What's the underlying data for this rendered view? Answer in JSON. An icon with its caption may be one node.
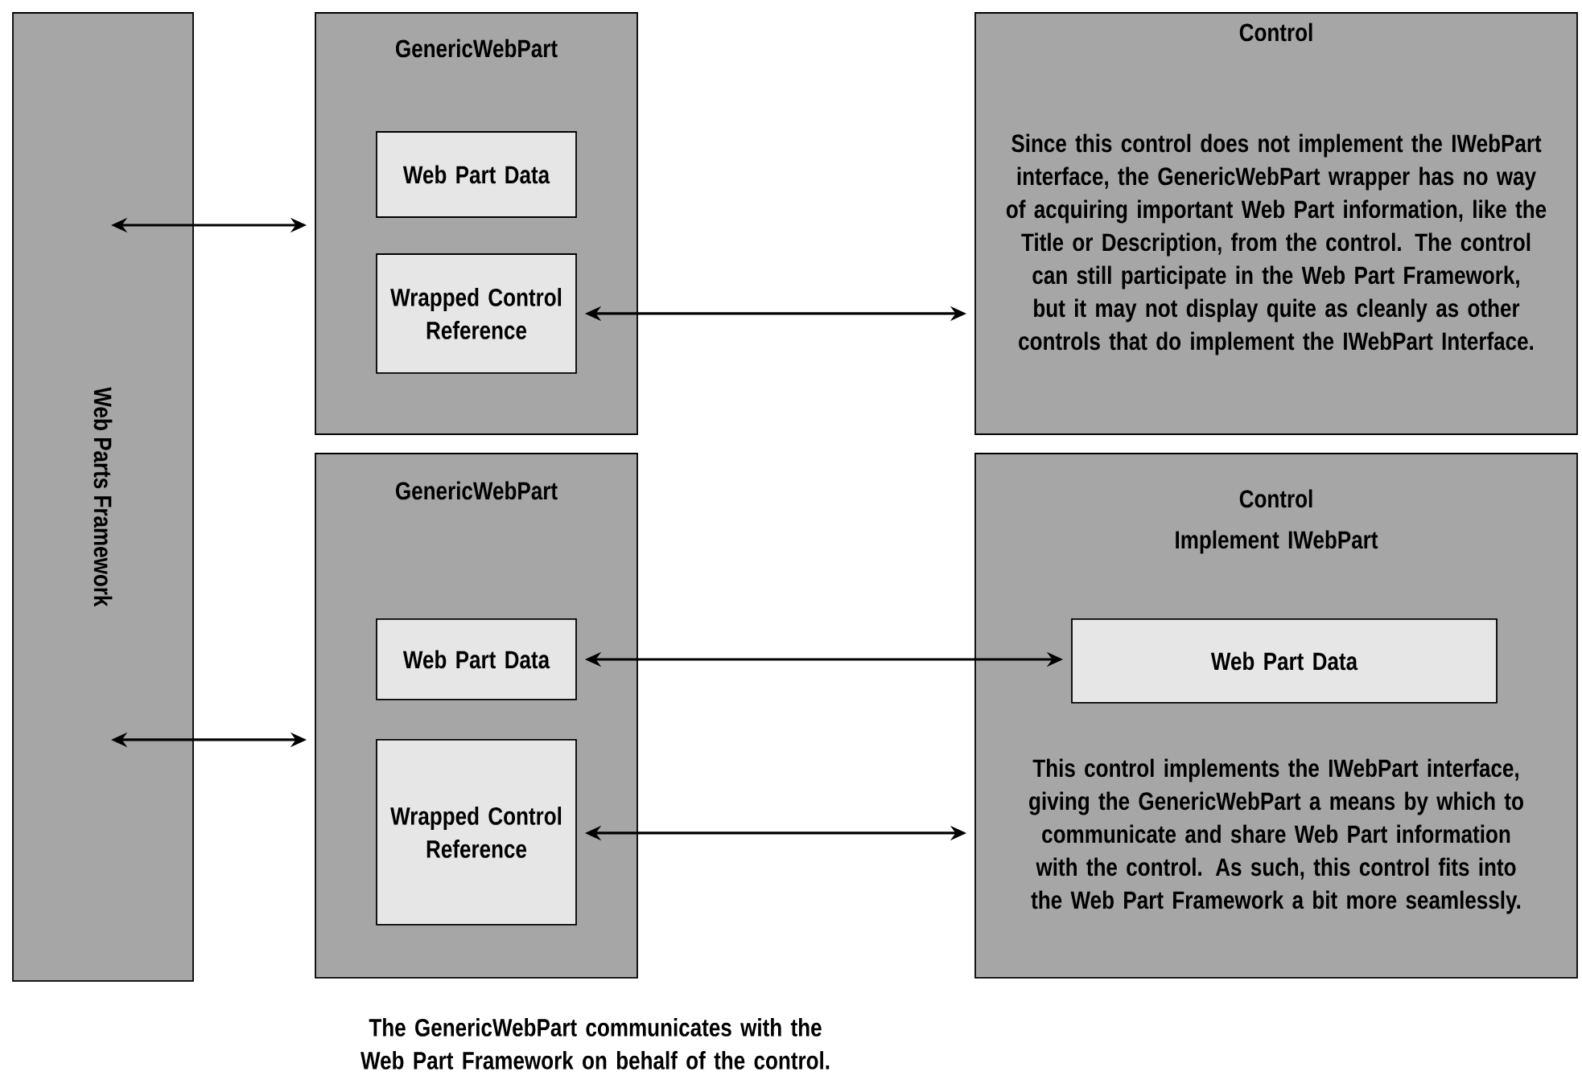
{
  "diagram": {
    "caption": "The GenericWebPart communicates with the Web Part Framework on behalf of the control.",
    "nodes": [
      {
        "text": [
          "Web Parts Framework"
        ]
      },
      {
        "text": [
          "GenericWebPart"
        ]
      },
      {
        "text": [
          "Web Part Data"
        ],
        "in": 1
      },
      {
        "text": [
          "Wrapped Control Reference"
        ],
        "in": 1
      },
      {
        "text": [
          "Control",
          "Since this control does not implement the IWebPart interface, the GenericWebPart wrapper has no way of acquiring important Web Part information, like the Title or Description, from the control.  The control can still participate in the Web Part Framework, but it may not display quite as cleanly as other controls that do implement the IWebPart Interface."
        ]
      },
      {
        "text": [
          "GenericWebPart"
        ]
      },
      {
        "text": [
          "Web Part Data"
        ],
        "in": 5
      },
      {
        "text": [
          "Wrapped Control Reference"
        ],
        "in": 5
      },
      {
        "text": [
          "Control",
          "Implement IWebPart",
          "This control implements the IWebPart interface, giving the GenericWebPart a means by which to communicate  and share Web Part information with the control.  As such, this control fits into the Web Part Framework a bit more seamlessly."
        ]
      },
      {
        "text": [
          "Web Part Data"
        ],
        "in": 8
      }
    ],
    "edges": [
      {
        "from": 0,
        "to": 1,
        "arrow": "both"
      },
      {
        "from": 0,
        "to": 5,
        "arrow": "both"
      },
      {
        "from": 3,
        "to": 4,
        "arrow": "both"
      },
      {
        "from": 6,
        "to": 9,
        "arrow": "both"
      },
      {
        "from": 7,
        "to": 8,
        "arrow": "both"
      }
    ]
  }
}
